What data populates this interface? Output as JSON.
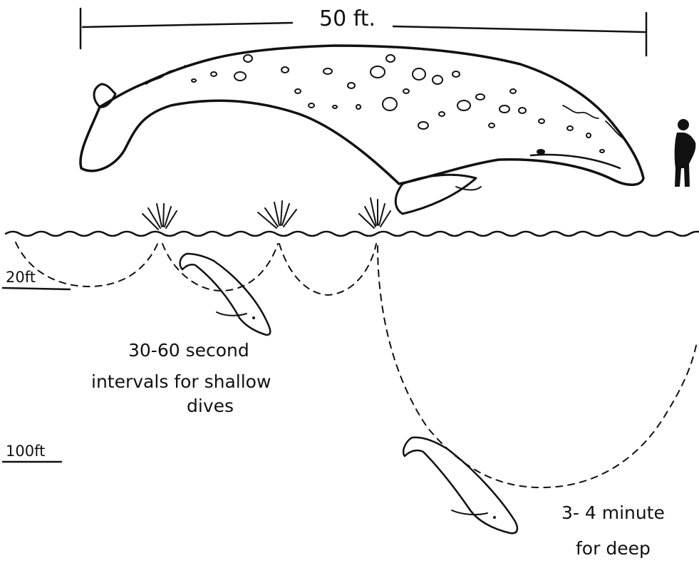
{
  "scale": {
    "label": "50 ft."
  },
  "depths": {
    "shallow": "20ft",
    "deep": "100ft"
  },
  "captions": {
    "shallow_line1": "30-60 second",
    "shallow_line2": "intervals  for shallow",
    "shallow_line3": "dives",
    "deep_line1": "3- 4  minute",
    "deep_line2": "for  deep"
  },
  "colors": {
    "ink": "#111111",
    "paper": "#ffffff"
  }
}
